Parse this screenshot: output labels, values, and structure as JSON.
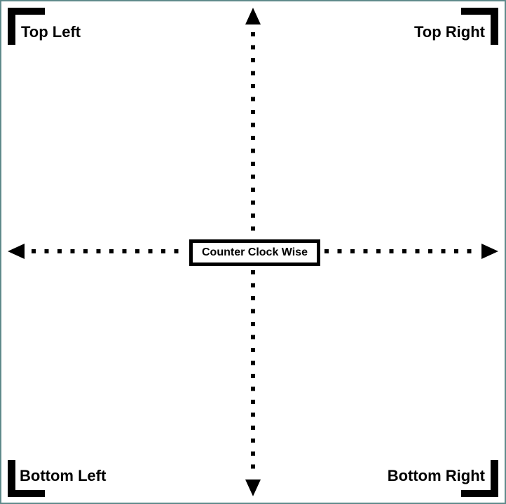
{
  "corners": {
    "top_left": "Top Left",
    "top_right": "Top Right",
    "bottom_left": "Bottom Left",
    "bottom_right": "Bottom Right"
  },
  "center_label": "Counter Clock Wise",
  "colors": {
    "ink": "#000000",
    "frame": "#5f8a8b",
    "background": "#ffffff"
  },
  "icons": {
    "corner_marker": "corner-bracket-icon",
    "arrow_head": "triangle-arrow-icon"
  }
}
